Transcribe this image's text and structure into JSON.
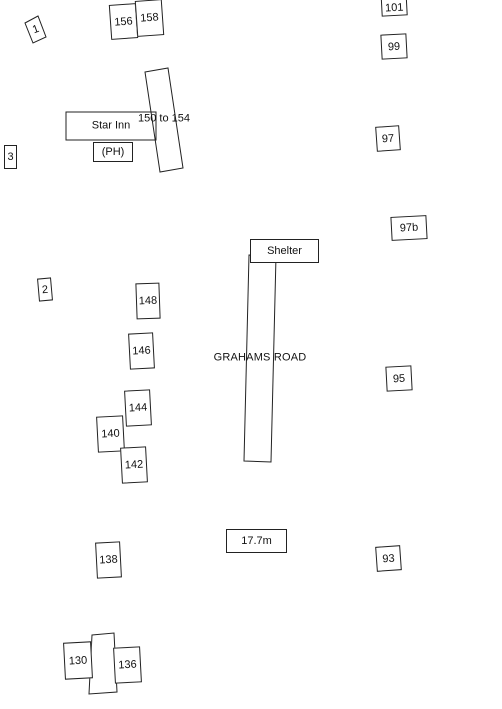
{
  "map": {
    "road_name": "GRAHAMS ROAD",
    "spot_height": "17.7m",
    "pub_name": "Star Inn",
    "pub_tag": "(PH)",
    "shelter": "Shelter",
    "range_label": "150 to 154",
    "house_numbers": {
      "n1": "1",
      "n2": "2",
      "n3": "3",
      "n156": "156",
      "n158": "158",
      "n101": "101",
      "n99": "99",
      "n97": "97",
      "n97b": "97b",
      "n95": "95",
      "n93": "93",
      "n148": "148",
      "n146": "146",
      "n144": "144",
      "n140": "140",
      "n142": "142",
      "n138": "138",
      "n130": "130",
      "n136": "136"
    }
  },
  "colors": {
    "line": "#222222",
    "background": "#ffffff"
  }
}
